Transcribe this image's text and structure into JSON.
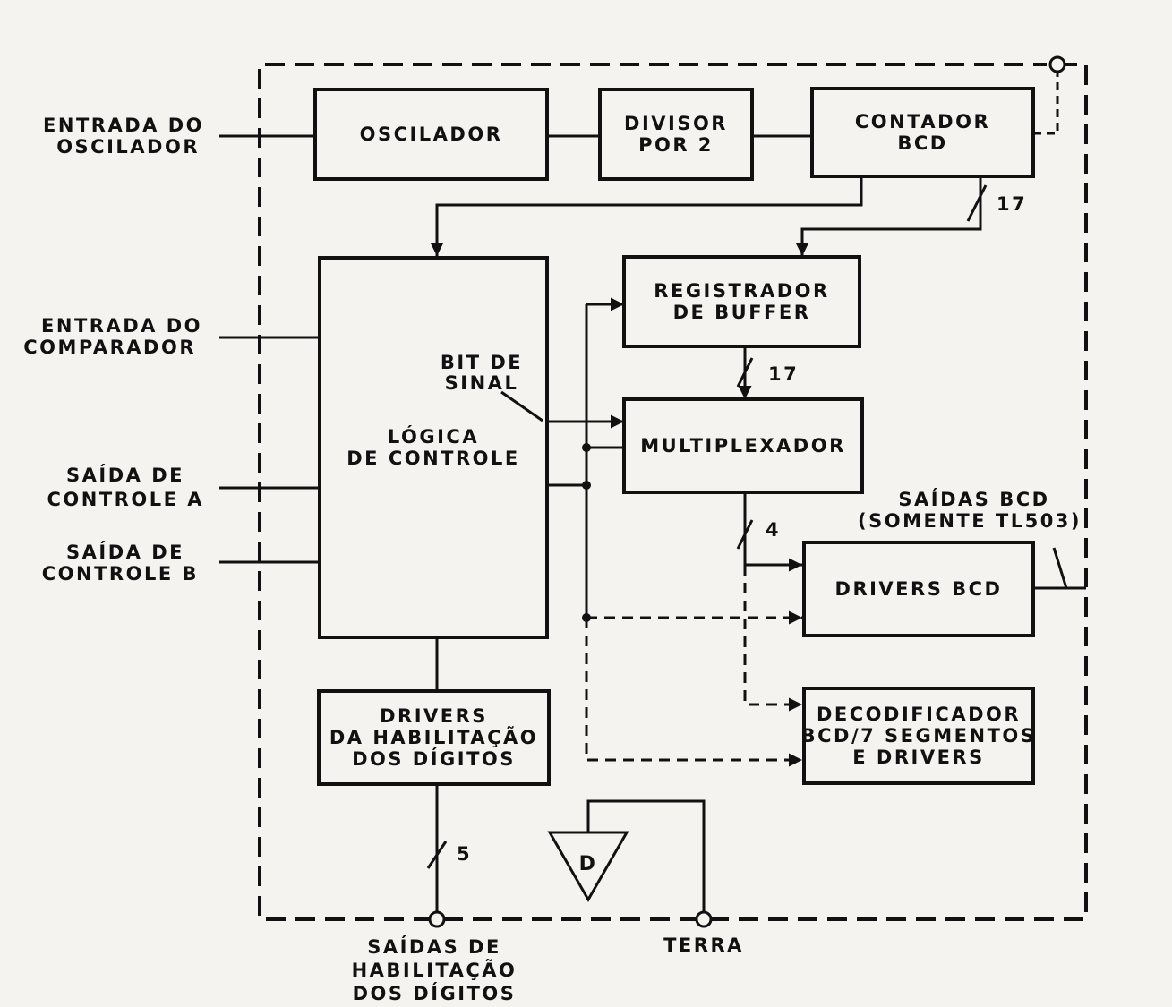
{
  "blocks": {
    "oscilador": [
      "OSCILADOR"
    ],
    "divisor": [
      "DIVISOR",
      "POR 2"
    ],
    "contador": [
      "CONTADOR",
      "BCD"
    ],
    "registrador": [
      "REGISTRADOR",
      "DE BUFFER"
    ],
    "logica": [
      "LÓGICA",
      "DE  CONTROLE"
    ],
    "multiplexador": [
      "MULTIPLEXADOR"
    ],
    "drivers_bcd": [
      "DRIVERS  BCD"
    ],
    "drivers_habilitacao": [
      "DRIVERS",
      "DA HABILITAÇÃO",
      "DOS  DÍGITOS"
    ],
    "decodificador": [
      "DECODIFICADOR",
      "BCD/7 SEGMENTOS",
      "E   DRIVERS"
    ],
    "terra_symbol": "D"
  },
  "external_labels": {
    "entrada_oscilador": [
      "ENTRADA  DO",
      "OSCILADOR"
    ],
    "entrada_comparador": [
      "ENTRADA  DO",
      "COMPARADOR"
    ],
    "saida_controle_a": [
      "SAÍDA  DE",
      "CONTROLE A"
    ],
    "saida_controle_b": [
      "SAÍDA  DE",
      "CONTROLE  B"
    ],
    "bit_de_sinal": [
      "BIT DE",
      "SINAL"
    ],
    "saidas_bcd": [
      "SAÍDAS BCD",
      "(SOMENTE  TL503)"
    ],
    "saidas_habilitacao": [
      "SAÍDAS  DE",
      "HABILITAÇÃO",
      "DOS  DÍGITOS"
    ],
    "terra": "TERRA"
  },
  "bus_widths": {
    "contador_to_registrador": "17",
    "registrador_to_multiplexador": "17",
    "multiplexador_to_drivers": "4",
    "habilitacao_outputs": "5"
  }
}
